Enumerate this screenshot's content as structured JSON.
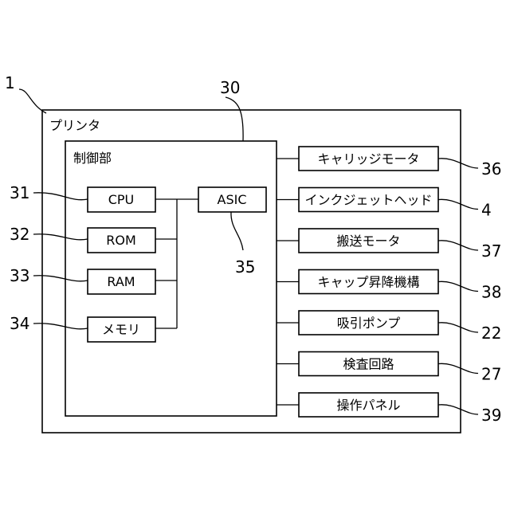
{
  "colors": {
    "line": "#000000",
    "background": "#ffffff"
  },
  "printer": {
    "label": "プリンタ",
    "ref": "1"
  },
  "controller": {
    "label": "制御部",
    "ref": "30"
  },
  "cpu": {
    "label": "CPU",
    "ref": "31"
  },
  "rom": {
    "label": "ROM",
    "ref": "32"
  },
  "ram": {
    "label": "RAM",
    "ref": "33"
  },
  "memory": {
    "label": "メモリ",
    "ref": "34"
  },
  "asic": {
    "label": "ASIC",
    "ref": "35"
  },
  "devices": [
    {
      "label": "キャリッジモータ",
      "ref": "36"
    },
    {
      "label": "インクジェットヘッド",
      "ref": "4"
    },
    {
      "label": "搬送モータ",
      "ref": "37"
    },
    {
      "label": "キャップ昇降機構",
      "ref": "38"
    },
    {
      "label": "吸引ポンプ",
      "ref": "22"
    },
    {
      "label": "検査回路",
      "ref": "27"
    },
    {
      "label": "操作パネル",
      "ref": "39"
    }
  ]
}
